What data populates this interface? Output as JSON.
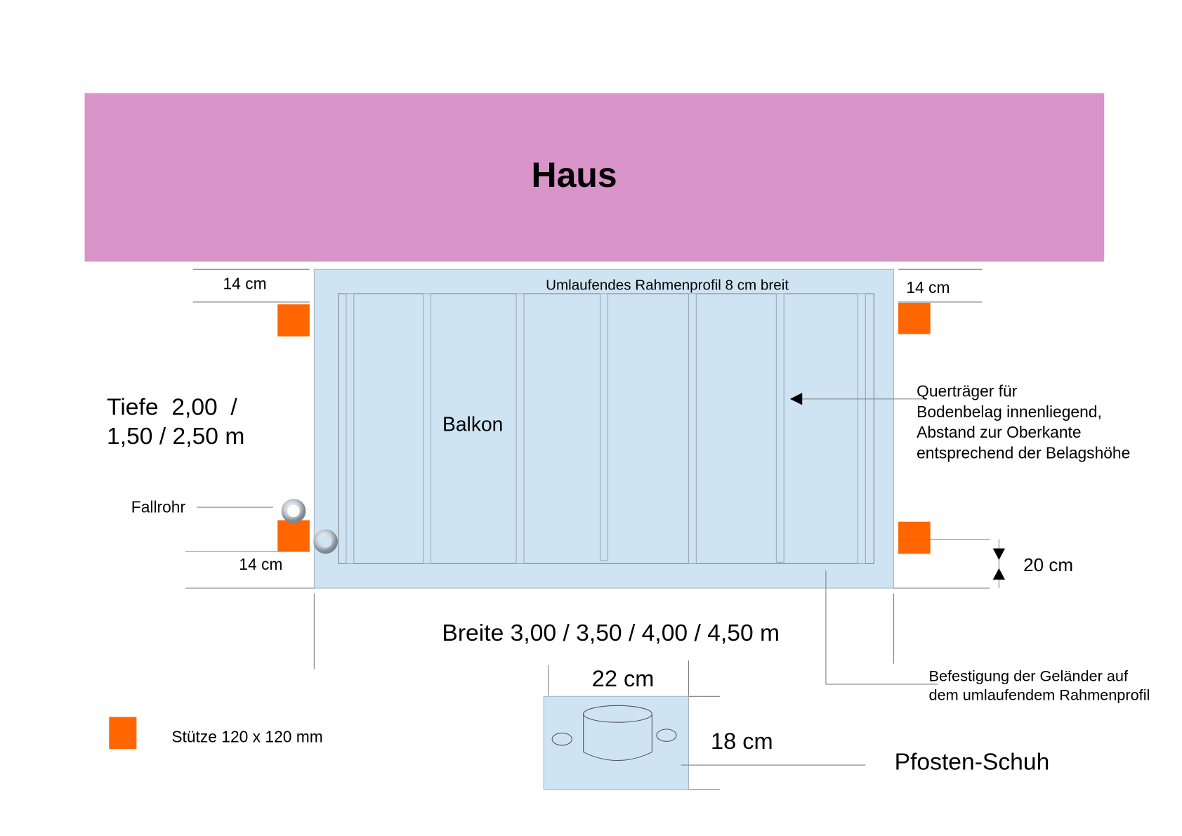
{
  "house": {
    "label": "Haus",
    "color": "#d994ca"
  },
  "balcony": {
    "label": "Balkon",
    "frame_note": "Umlaufendes Rahmenprofil 8 cm breit",
    "color": "#cfe4f3"
  },
  "dimensions": {
    "left_top": "14 cm",
    "left_bottom": "14 cm",
    "right_top": "14 cm",
    "right_offset": "20 cm",
    "depth_line1": "Tiefe  2,00  /",
    "depth_line2": "1,50 / 2,50 m",
    "width": "Breite 3,00 / 3,50 / 4,00 / 4,50 m"
  },
  "annotations": {
    "downpipe": "Fallrohr",
    "crossbeam": [
      "Querträger für",
      "Bodenbelag innenliegend,",
      "Abstand zur Oberkante",
      "entsprechend der Belagshöhe"
    ],
    "railing": [
      "Befestigung der Geländer auf",
      "dem umlaufendem Rahmenprofil"
    ]
  },
  "legend": {
    "post_label": "Stütze 120 x 120 mm",
    "post_color": "#ff6600"
  },
  "post_shoe": {
    "width": "22 cm",
    "height": "18 cm",
    "label": "Pfosten-Schuh"
  }
}
